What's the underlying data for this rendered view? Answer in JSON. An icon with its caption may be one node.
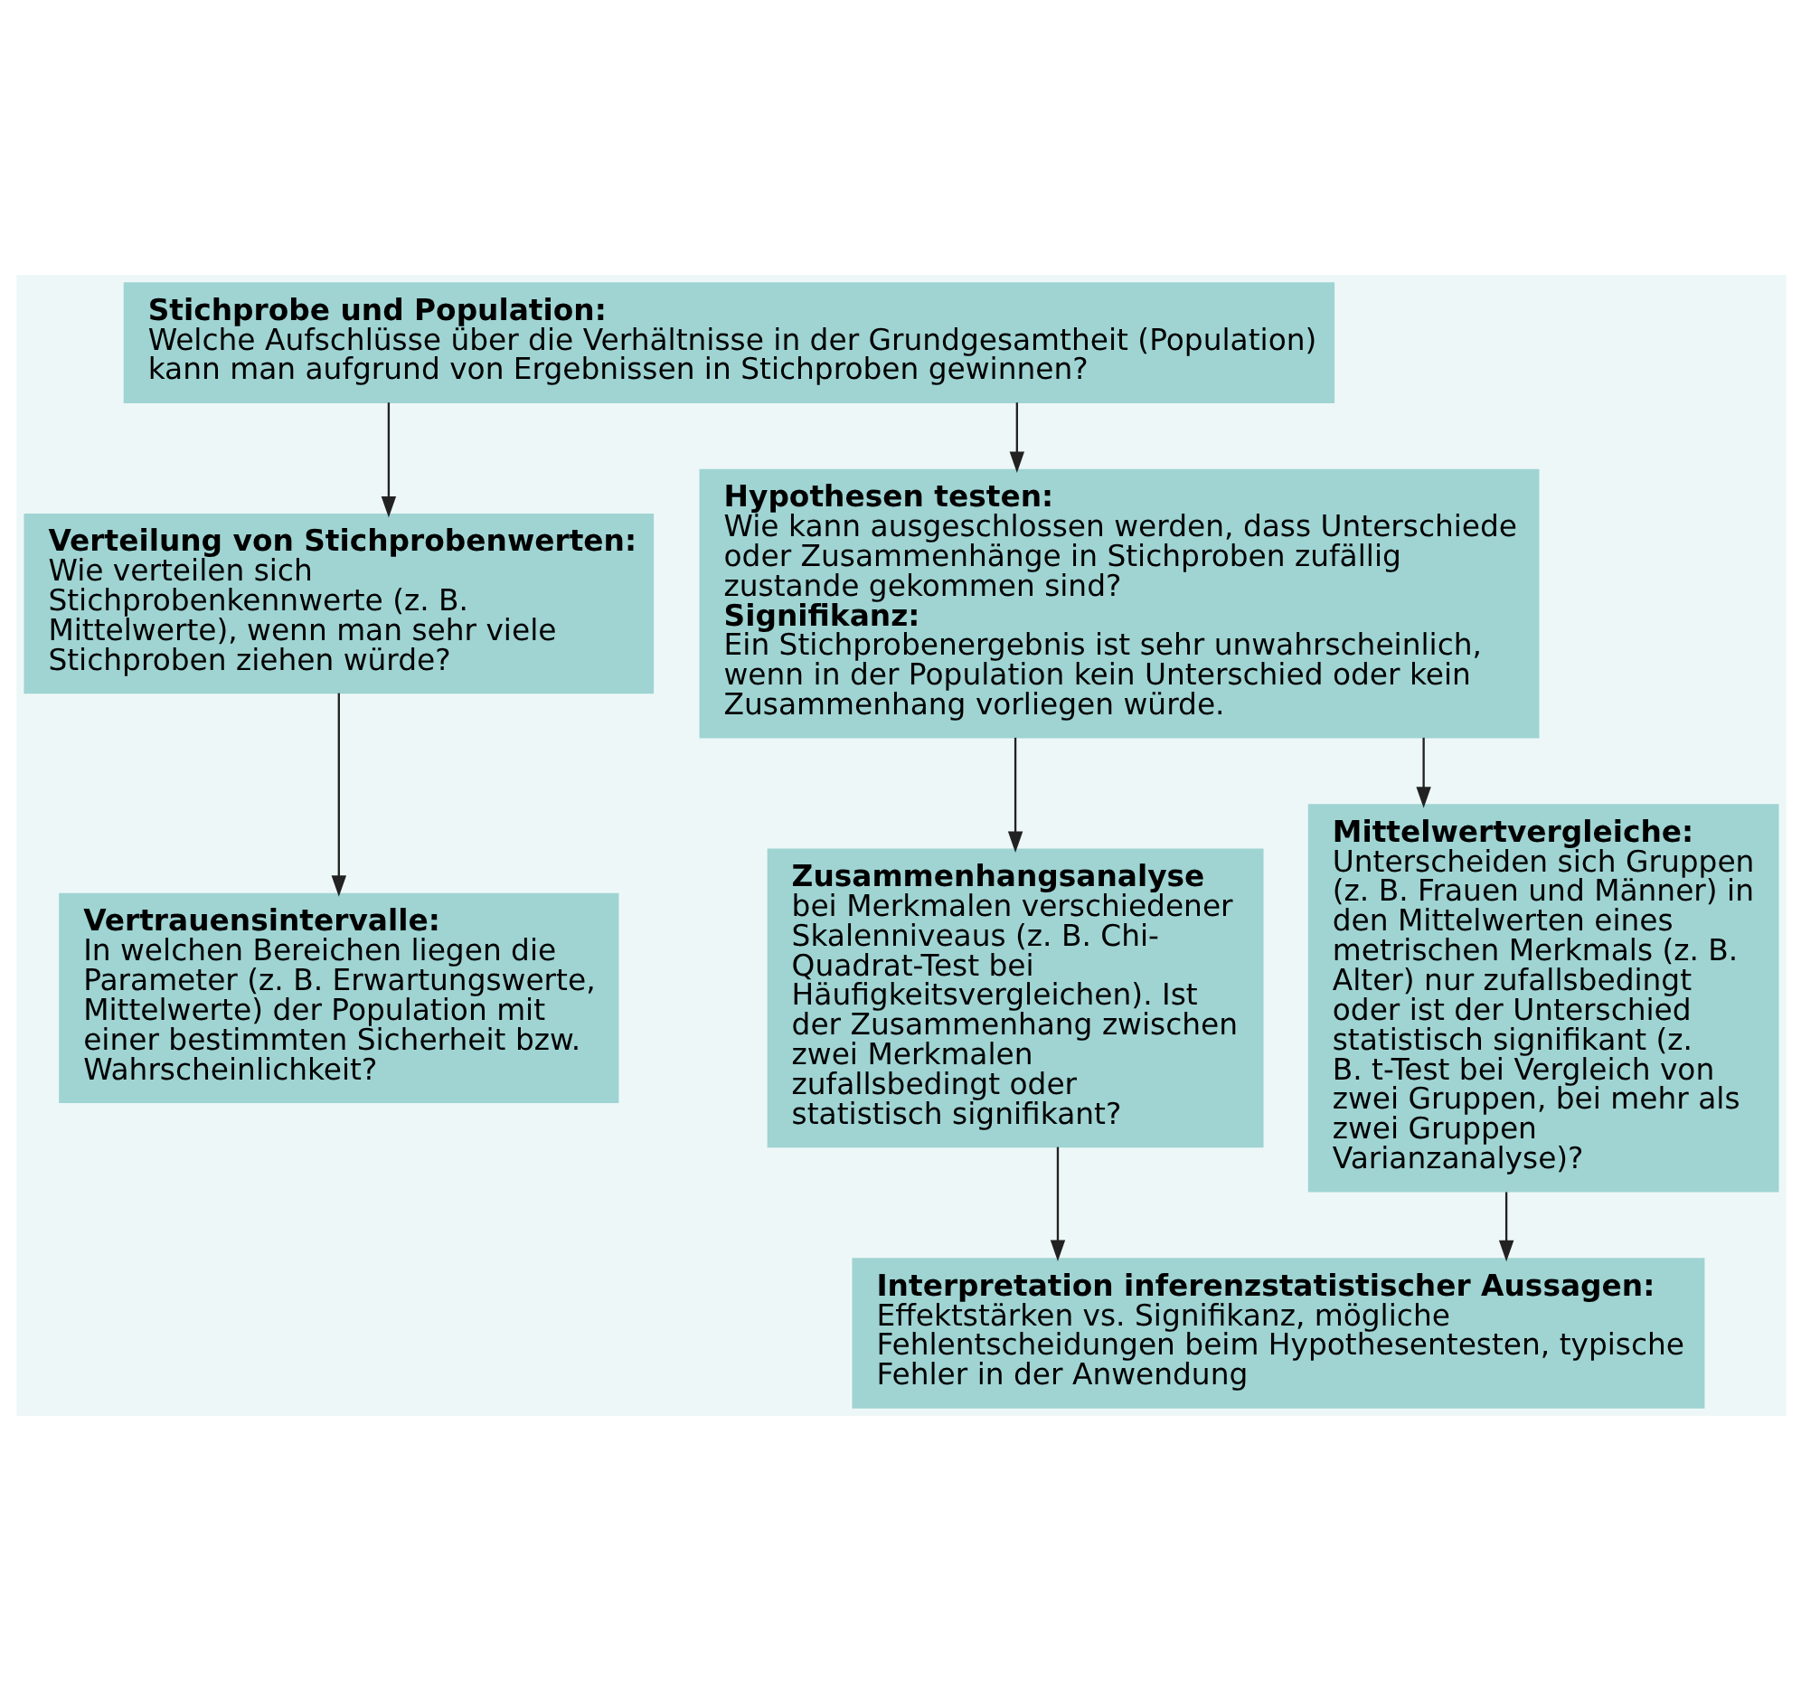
{
  "diagram": {
    "nodes": [
      {
        "text": [
          "Stichprobe und Population:",
          "Welche Aufschlüsse über die Verhältnisse in der Grundgesamtheit (Population) kann man aufgrund von Ergebnissen in Stichproben gewinnen?"
        ]
      },
      {
        "text": [
          "Verteilung von Stichprobenwerten:",
          "Wie verteilen sich Stichprobenkennwerte (z. B. Mittelwerte), wenn man sehr viele Stichproben ziehen würde?"
        ]
      },
      {
        "text": [
          "Hypothesen testen:",
          "Wie kann ausgeschlossen werden, dass Unterschiede oder Zusammenhänge in Stichproben zufällig zustande gekommen sind?",
          "Signifikanz:",
          "Ein Stichprobenergebnis ist sehr unwahrscheinlich, wenn in der Population kein Unterschied oder kein Zusammenhang vorliegen würde."
        ]
      },
      {
        "text": [
          "Vertrauensintervalle:",
          "In welchen Bereichen liegen die Parameter (z. B. Erwartungswerte, Mittelwerte) der Population mit einer bestimmten Sicherheit bzw. Wahrscheinlichkeit?"
        ]
      },
      {
        "text": [
          "Zusammenhangsanalyse",
          "bei Merkmalen verschiedener Skalenniveaus (z. B. Chi-Quadrat-Test bei Häufigkeitsvergleichen). Ist der Zusammenhang zwischen zwei Merkmalen zufallsbedingt oder statistisch signifikant?"
        ]
      },
      {
        "text": [
          "Mittelwertvergleiche:",
          "Unterscheiden sich Gruppen (z. B. Frauen und Männer) in den Mittelwerten eines metrischen Merkmals (z. B. Alter) nur zufallsbedingt oder ist der Unterschied statistisch signifikant (z. B. t-Test bei Vergleich von zwei Gruppen, bei mehr als zwei Gruppen Varianzanalyse)?"
        ]
      },
      {
        "text": [
          "Interpretation inferenzstatistischer Aussagen:",
          "Effektstärken vs. Signifikanz, mögliche Fehlentscheidungen beim Hypothesentesten, typische Fehler in der Anwendung"
        ]
      }
    ],
    "edges": [
      {
        "from": 0,
        "to": 1,
        "arrow": "to"
      },
      {
        "from": 0,
        "to": 2,
        "arrow": "to"
      },
      {
        "from": 1,
        "to": 3,
        "arrow": "to"
      },
      {
        "from": 2,
        "to": 4,
        "arrow": "to"
      },
      {
        "from": 2,
        "to": 5,
        "arrow": "to"
      },
      {
        "from": 4,
        "to": 6,
        "arrow": "to"
      },
      {
        "from": 5,
        "to": 6,
        "arrow": "to"
      }
    ]
  }
}
